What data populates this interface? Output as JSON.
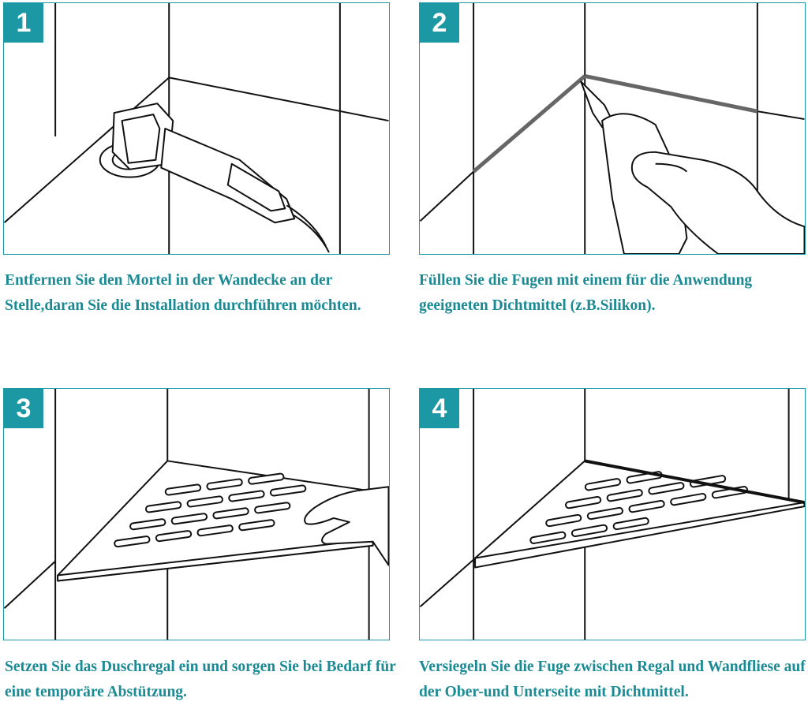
{
  "steps": [
    {
      "number": "1",
      "text": "Entfernen Sie den Mortel in der Wandecke an der Stelle,daran Sie die Installation durchführen möchten."
    },
    {
      "number": "2",
      "text": "Füllen Sie die Fugen mit einem für die Anwendung geeigneten Dichtmittel (z.B.Silikon)."
    },
    {
      "number": "3",
      "text": "Setzen Sie das Duschregal ein und sorgen Sie bei Bedarf für eine temporäre Abstützung."
    },
    {
      "number": "4",
      "text": "Versiegeln Sie die Fuge zwischen Regal und Wandfliese auf der Ober-und Unterseite mit Dichtmittel."
    }
  ],
  "colors": {
    "accent": "#1b98a4",
    "caption": "#1b8a94",
    "line": "#111111",
    "sealant": "#666666"
  }
}
